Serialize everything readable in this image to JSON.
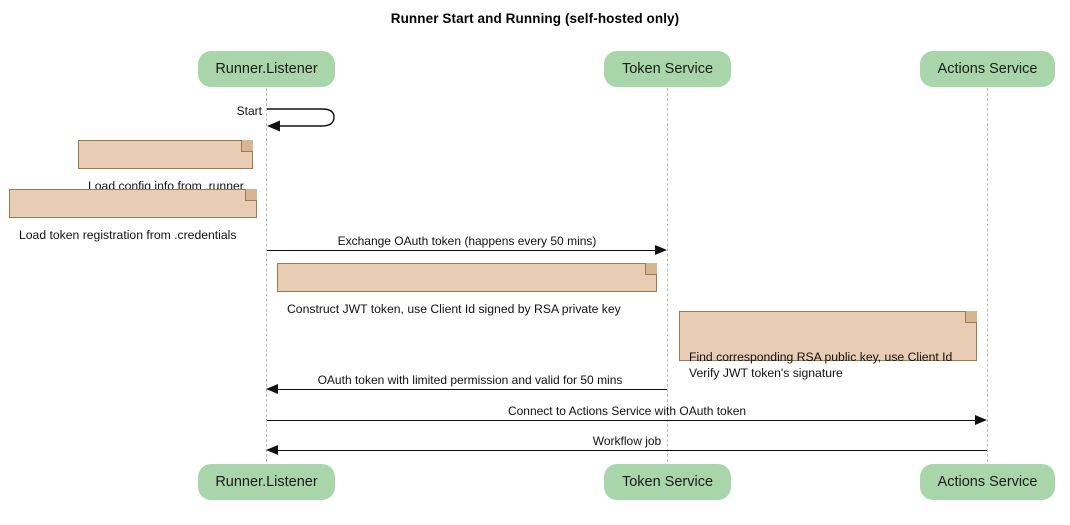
{
  "title": "Runner Start and Running (self-hosted only)",
  "colors": {
    "participant_fill": "#a9d5ab",
    "note_fill": "#e8cdb4",
    "note_border": "#9b7a52",
    "lifeline": "#bdbdbd",
    "message": "#111111"
  },
  "participants": [
    {
      "id": "runner",
      "label": "Runner.Listener"
    },
    {
      "id": "token",
      "label": "Token Service"
    },
    {
      "id": "actions",
      "label": "Actions Service"
    }
  ],
  "participants_bottom": [
    {
      "id": "runner",
      "label": "Runner.Listener"
    },
    {
      "id": "token",
      "label": "Token Service"
    },
    {
      "id": "actions",
      "label": "Actions Service"
    }
  ],
  "self_messages": [
    {
      "id": "start",
      "label": "Start",
      "from": "runner",
      "to": "runner"
    }
  ],
  "notes": [
    {
      "id": "note-load-config",
      "text": "Load config info from .runner"
    },
    {
      "id": "note-load-token",
      "text": "Load token registration from .credentials"
    },
    {
      "id": "note-construct-jwt",
      "text": "Construct JWT token, use Client Id signed by RSA private key"
    },
    {
      "id": "note-verify-jwt",
      "text": "Find corresponding RSA public key, use Client Id\nVerify JWT token's signature"
    }
  ],
  "messages": [
    {
      "id": "msg-exchange-oauth",
      "label": "Exchange OAuth token (happens every 50 mins)",
      "from": "runner",
      "to": "token",
      "direction": "right"
    },
    {
      "id": "msg-oauth-token-return",
      "label": "OAuth token with limited permission and valid for 50 mins",
      "from": "token",
      "to": "runner",
      "direction": "left"
    },
    {
      "id": "msg-connect-actions",
      "label": "Connect to Actions Service with OAuth token",
      "from": "runner",
      "to": "actions",
      "direction": "right"
    },
    {
      "id": "msg-workflow-job",
      "label": "Workflow job",
      "from": "actions",
      "to": "runner",
      "direction": "left"
    }
  ]
}
